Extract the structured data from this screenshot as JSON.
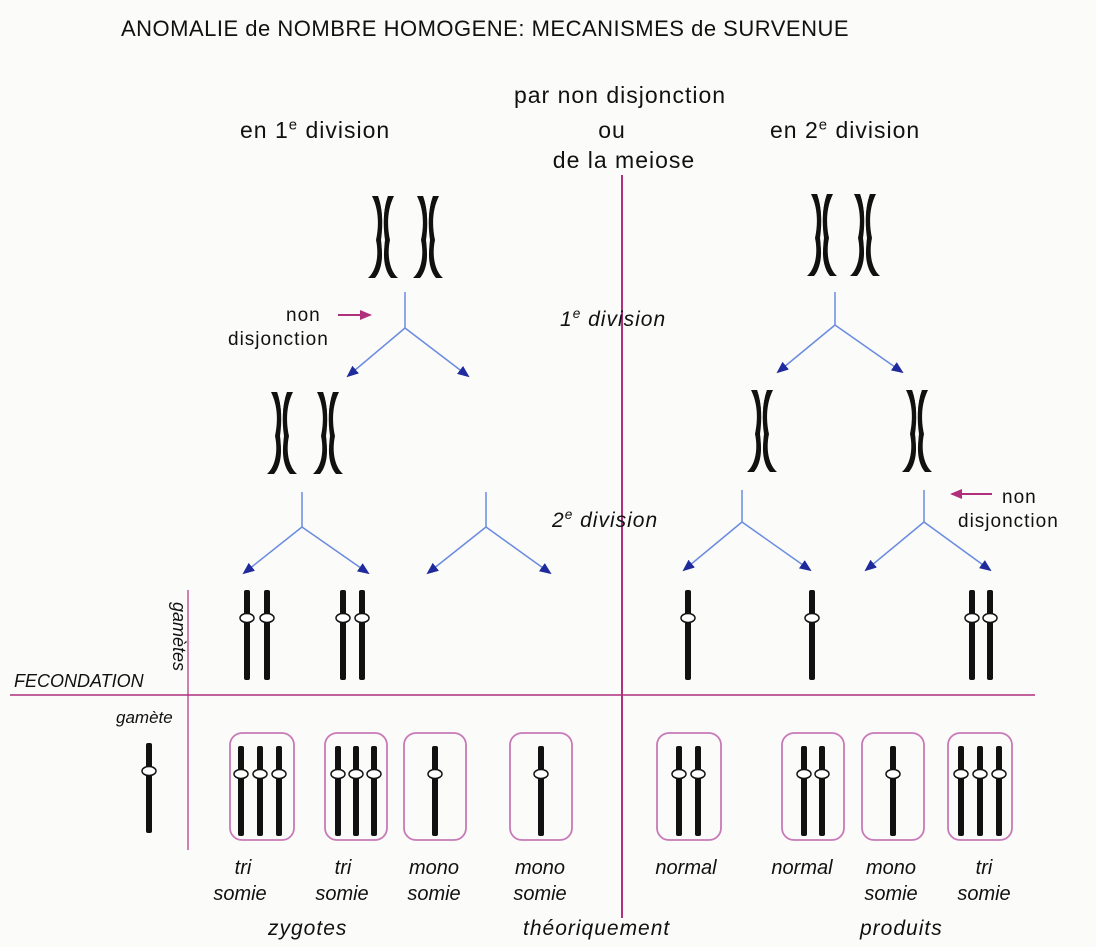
{
  "title": "ANOMALIE de NOMBRE HOMOGENE: MECANISMES de SURVENUE",
  "header": {
    "line1": "par non disjonction",
    "or": "ou",
    "line3": "de la meiose",
    "left_pre": "en 1",
    "left_sup": "e",
    "left_post": " division",
    "right_pre": "en 2",
    "right_sup": "e",
    "right_post": " division"
  },
  "divisions": {
    "first_pre": "1",
    "first_sup": "e",
    "first_post": " division",
    "second_pre": "2",
    "second_sup": "e",
    "second_post": " division"
  },
  "nondisjunction_left": [
    "non",
    "disjonction"
  ],
  "nondisjunction_right": [
    "non",
    "disjonction"
  ],
  "side_labels": {
    "gametes": "gamètes",
    "fecondation": "FECONDATION",
    "gamete": "gamète"
  },
  "zygote_labels": [
    [
      "tri",
      "somie"
    ],
    [
      "tri",
      "somie"
    ],
    [
      "mono",
      "somie"
    ],
    [
      "mono",
      "somie"
    ],
    [
      "normal",
      ""
    ],
    [
      "normal",
      ""
    ],
    [
      "mono",
      "somie"
    ],
    [
      "tri",
      "somie"
    ]
  ],
  "footer": {
    "left": "zygotes",
    "middle": "théoriquement",
    "right": "produits"
  },
  "colors": {
    "magenta": "#b0307e",
    "arrow_line": "#6a8be0",
    "arrow_head": "#1f2a9c",
    "box": "#c87ab8",
    "chromosome": "#111111"
  }
}
